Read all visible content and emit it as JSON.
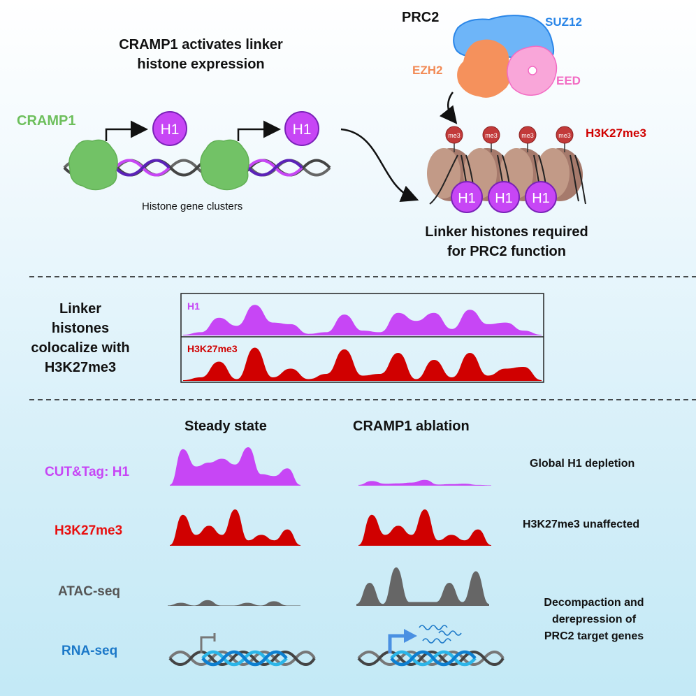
{
  "colors": {
    "black": "#111111",
    "cramp1_green": "#6dbf5c",
    "h1_purple": "#c746f5",
    "h1_border": "#7a22b8",
    "h3k27me3_red": "#d00000",
    "me3_red": "#c23a3a",
    "suz12_blue": "#2a86e8",
    "ezh2_orange": "#f28a55",
    "eed_pink": "#f26bc3",
    "atac_gray": "#555555",
    "rna_blue": "#1b78c8",
    "nucleosome_tan": "#b98a78"
  },
  "top_left": {
    "title_line1": "CRAMP1 activates linker",
    "title_line2": "histone expression",
    "cramp1_label": "CRAMP1",
    "h1_badge": "H1",
    "caption": "Histone gene clusters"
  },
  "top_right": {
    "complex_label": "PRC2",
    "subunits": {
      "suz12": "SUZ12",
      "ezh2": "EZH2",
      "eed": "EED"
    },
    "mark_badge": "me3",
    "mark_label": "H3K27me3",
    "h1_badge": "H1",
    "caption_line1": "Linker histones required",
    "caption_line2": "for PRC2 function"
  },
  "middle": {
    "label_lines": [
      "Linker",
      "histones",
      "colocalize with",
      "H3K27me3"
    ],
    "tracks": [
      {
        "name": "H1",
        "color": "#c746f5"
      },
      {
        "name": "H3K27me3",
        "color": "#d00000"
      }
    ]
  },
  "bottom": {
    "column_headers": [
      "Steady state",
      "CRAMP1 ablation"
    ],
    "rows": [
      {
        "label": "CUT&Tag: H1",
        "color": "#c746f5",
        "outcome": "Global H1 depletion"
      },
      {
        "label": "H3K27me3",
        "color": "#e81010",
        "outcome": "H3K27me3 unaffected"
      },
      {
        "label": "ATAC-seq",
        "color": "#555555",
        "outcome": ""
      },
      {
        "label": "RNA-seq",
        "color": "#1b78c8",
        "outcome": ""
      }
    ],
    "outcome_shared_lines": [
      "Decompaction and",
      "derepression of",
      "PRC2 target genes"
    ]
  },
  "chart_data": {
    "type": "area",
    "title": "",
    "note": "Schematic genome-browser tracks (relative signal, arbitrary units 0-1, unlabeled axes)",
    "x": [
      0,
      5,
      10,
      15,
      20,
      25,
      30,
      35,
      40,
      45,
      50,
      55,
      60,
      65,
      70,
      75,
      80,
      85,
      90,
      95,
      100
    ],
    "series": [
      {
        "name": "H1 (colocalization)",
        "values": [
          0.02,
          0.1,
          0.55,
          0.3,
          0.95,
          0.4,
          0.35,
          0.05,
          0.1,
          0.65,
          0.15,
          0.1,
          0.7,
          0.45,
          0.7,
          0.2,
          0.8,
          0.35,
          0.4,
          0.15,
          0.02
        ]
      },
      {
        "name": "H3K27me3 (colocalization)",
        "values": [
          0.02,
          0.1,
          0.55,
          0.05,
          0.95,
          0.1,
          0.35,
          0.05,
          0.2,
          0.9,
          0.15,
          0.2,
          0.8,
          0.05,
          0.6,
          0.1,
          0.8,
          0.15,
          0.35,
          0.4,
          0.02
        ]
      },
      {
        "name": "CUT&Tag H1 steady state",
        "values": [
          0.02,
          0.95,
          0.5,
          0.6,
          0.7,
          0.55,
          1.0,
          0.3,
          0.25,
          0.45,
          0.02
        ]
      },
      {
        "name": "CUT&Tag H1 CRAMP1 ablation",
        "values": [
          0.02,
          0.12,
          0.05,
          0.06,
          0.08,
          0.15,
          0.03,
          0.04,
          0.05,
          0.02,
          0.01
        ]
      },
      {
        "name": "H3K27me3 steady state",
        "values": [
          0.02,
          0.85,
          0.3,
          0.55,
          0.3,
          1.0,
          0.15,
          0.3,
          0.15,
          0.45,
          0.02
        ]
      },
      {
        "name": "H3K27me3 CRAMP1 ablation",
        "values": [
          0.02,
          0.85,
          0.3,
          0.55,
          0.3,
          1.0,
          0.15,
          0.3,
          0.15,
          0.45,
          0.02
        ]
      },
      {
        "name": "ATAC-seq steady state",
        "values": [
          0.01,
          0.08,
          0.01,
          0.15,
          0.01,
          0.01,
          0.08,
          0.01,
          0.12,
          0.01,
          0.01
        ]
      },
      {
        "name": "ATAC-seq CRAMP1 ablation",
        "values": [
          0.05,
          0.6,
          0.05,
          1.0,
          0.1,
          0.1,
          0.1,
          0.6,
          0.1,
          0.9,
          0.05
        ]
      }
    ]
  }
}
